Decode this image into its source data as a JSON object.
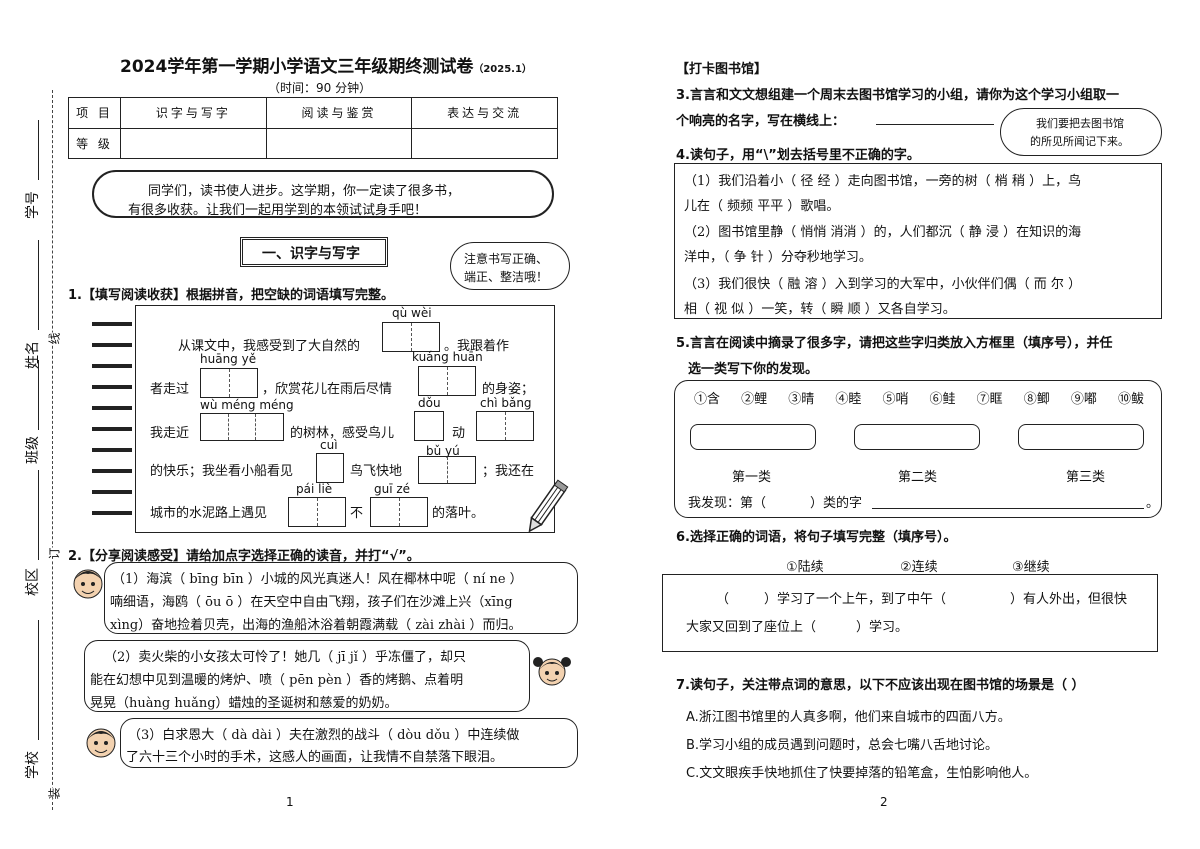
{
  "left_margin": {
    "xuehao": "学号",
    "xingming": "姓名",
    "banji": "班级",
    "xiaoqu": "校区",
    "xuexiao": "学校",
    "xian": "线",
    "ding": "订",
    "zhuang": "装"
  },
  "header": {
    "title": "2024学年第一学期小学语文三年级期终测试卷",
    "date": "（2025.1）",
    "time": "（时间：90 分钟）"
  },
  "score_table": {
    "row1": [
      "项 目",
      "识字与写字",
      "阅读与鉴赏",
      "表达与交流"
    ],
    "row2": [
      "等 级",
      "",
      "",
      ""
    ]
  },
  "intro": {
    "line1": "同学们，读书使人进步。这学期，你一定读了很多书，",
    "line2": "有很多收获。让我们一起用学到的本领试试身手吧！"
  },
  "section1": {
    "title": "一、识字与写字",
    "note_line1": "注意书写正确、",
    "note_line2": "端正、整洁哦！"
  },
  "q1": {
    "label": "1.【填写阅读收获】根据拼音，把空缺的词语填写完整。",
    "py_quwei": "qù wèi",
    "py_huangye": "huāng yě",
    "py_kuanghuan": "kuáng huān",
    "py_wumengmeng": "wù méng méng",
    "py_dou": "dǒu",
    "py_chibang": "chì bǎng",
    "py_cui": "cuì",
    "py_buyu": "bǔ yú",
    "py_paillie": "pái liè",
    "py_guize": "guī zé",
    "t1": "从课文中，我感受到了大自然的",
    "t1b": "。我跟着作",
    "t2a": "者走过",
    "t2b": "，欣赏花儿在雨后尽情",
    "t2c": "的身姿；",
    "t3a": "我走近",
    "t3b": "的树林，感受鸟儿",
    "t3c": "动",
    "t4a": "的快乐；我坐看小船看见",
    "t4b": "鸟飞快地",
    "t4c": "；我还在",
    "t5a": "城市的水泥路上遇见",
    "t5b": "不",
    "t5c": "的落叶。"
  },
  "q2": {
    "label": "2.【分享阅读感受】请给加点字选择正确的读音，并打“√”。",
    "p1_l1": "（1）海滨（ bīng bīn ）小城的风光真迷人！风在椰林中呢（ ní ne ）",
    "p1_l2": "喃细语，海鸥（ ōu ō ）在天空中自由飞翔，孩子们在沙滩上兴（xīng",
    "p1_l3": "xìng）奋地捡着贝壳，出海的渔船沐浴着朝霞满载（ zài zhài ）而归。",
    "p2_l1": "（2）卖火柴的小女孩太可怜了！她几（ jī jǐ ）乎冻僵了，却只",
    "p2_l2": "能在幻想中见到温暖的烤炉、喷（ pēn pèn ）香的烤鹅、点着明",
    "p2_l3": "晃晃（huàng huǎng）蜡烛的圣诞树和慈爱的奶奶。",
    "p3_l1": "（3）白求恩大（ dà dài ）夫在激烈的战斗（ dòu dǒu ）中连续做",
    "p3_l2": "了六十三个小时的手术，这感人的画面，让我情不自禁落下眼泪。"
  },
  "page_num_1": "1",
  "right": {
    "section": "【打卡图书馆】",
    "q3_l1": "3.言言和文文想组建一个周末去图书馆学习的小组，请你为这个学习小组取一",
    "q3_l2": "个响亮的名字，写在横线上：",
    "cloud_l1": "我们要把去图书馆",
    "cloud_l2": "的所见所闻记下来。",
    "q4": "4.读句子，用“\\”划去括号里不正确的字。",
    "q4_l1": "（1）我们沿着小（ 径  经 ）走向图书馆，一旁的树（ 梢  稍 ）上，鸟",
    "q4_l2": "儿在（ 频频  平平 ）歌唱。",
    "q4_l3": "（2）图书馆里静（ 悄悄  消消 ）的，人们都沉（ 静  浸 ）在知识的海",
    "q4_l4": "洋中，（ 争  针 ）分夺秒地学习。",
    "q4_l5": "（3）我们很快（ 融  溶 ）入到学习的大军中，小伙伴们偶（ 而  尔 ）",
    "q4_l6": "相（ 视  似 ）一笑，转（ 瞬  顺 ）又各自学习。",
    "q5_l1": "5.言言在阅读中摘录了很多字，请把这些字归类放入方框里（填序号），并任",
    "q5_l2": "选一类写下你的发现。",
    "chars": [
      "①含",
      "②鲤",
      "③晴",
      "④睦",
      "⑤哨",
      "⑥鲑",
      "⑦眶",
      "⑧鲫",
      "⑨嘟",
      "⑩鲅"
    ],
    "cat1": "第一类",
    "cat2": "第二类",
    "cat3": "第三类",
    "discover_a": "我发现：第（",
    "discover_b": "）类的字",
    "discover_end": "。",
    "q6": "6.选择正确的词语，将句子填写完整（填序号）。",
    "opt1": "①陆续",
    "opt2": "②连续",
    "opt3": "③继续",
    "q6_l1a": "（",
    "q6_l1b": "）学习了一个上午，到了中午（",
    "q6_l1c": "）有人外出，但很快",
    "q6_l2a": "大家又回到了座位上（",
    "q6_l2b": "）学习。",
    "q7": "7.读句子，关注带点词的意思，以下不应该出现在图书馆的场景是（      ）",
    "q7_a": "A.浙江图书馆里的人真多啊，他们来自城市的四面八方。",
    "q7_b": "B.学习小组的成员遇到问题时，总会七嘴八舌地讨论。",
    "q7_c": "C.文文眼疾手快地抓住了快要掉落的铅笔盒，生怕影响他人。"
  },
  "page_num_2": "2"
}
